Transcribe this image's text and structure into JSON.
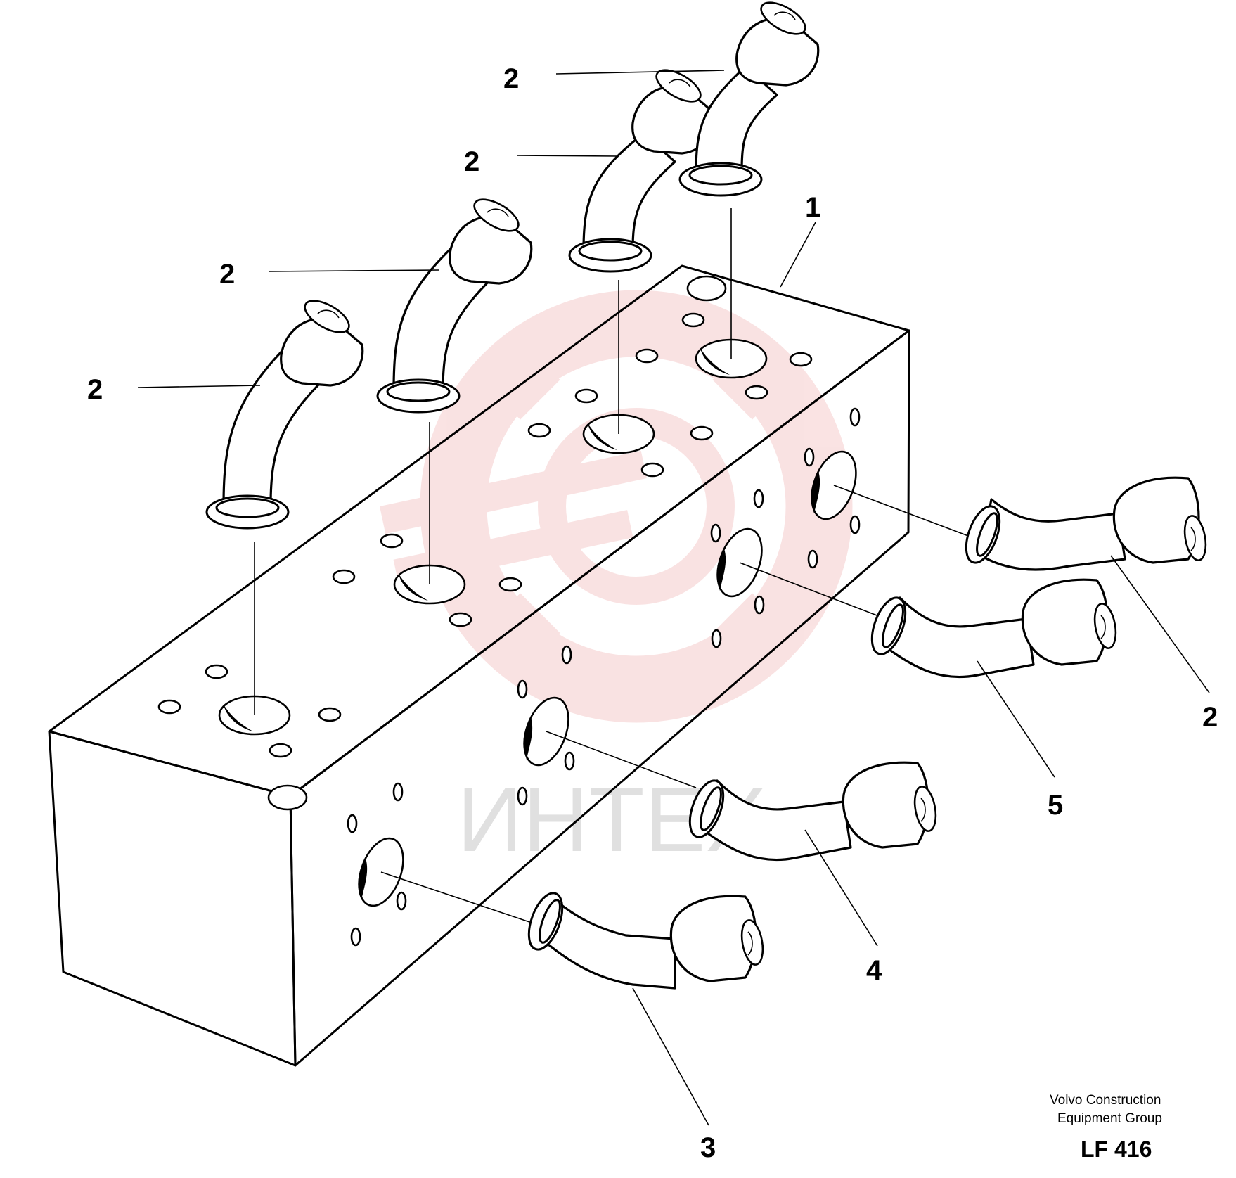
{
  "callouts": {
    "block": "1",
    "top_pipe_a": "2",
    "top_pipe_b": "2",
    "top_pipe_c": "2",
    "top_pipe_d": "2",
    "side_pipe_right": "2",
    "side_pipe_3": "3",
    "side_pipe_4": "4",
    "side_pipe_5": "5"
  },
  "credit": {
    "line1": "Volvo Construction",
    "line2": "Equipment Group",
    "code": "LF 416"
  },
  "watermark": {
    "text": "ИНТЕХ",
    "color": "#e87f7f"
  }
}
